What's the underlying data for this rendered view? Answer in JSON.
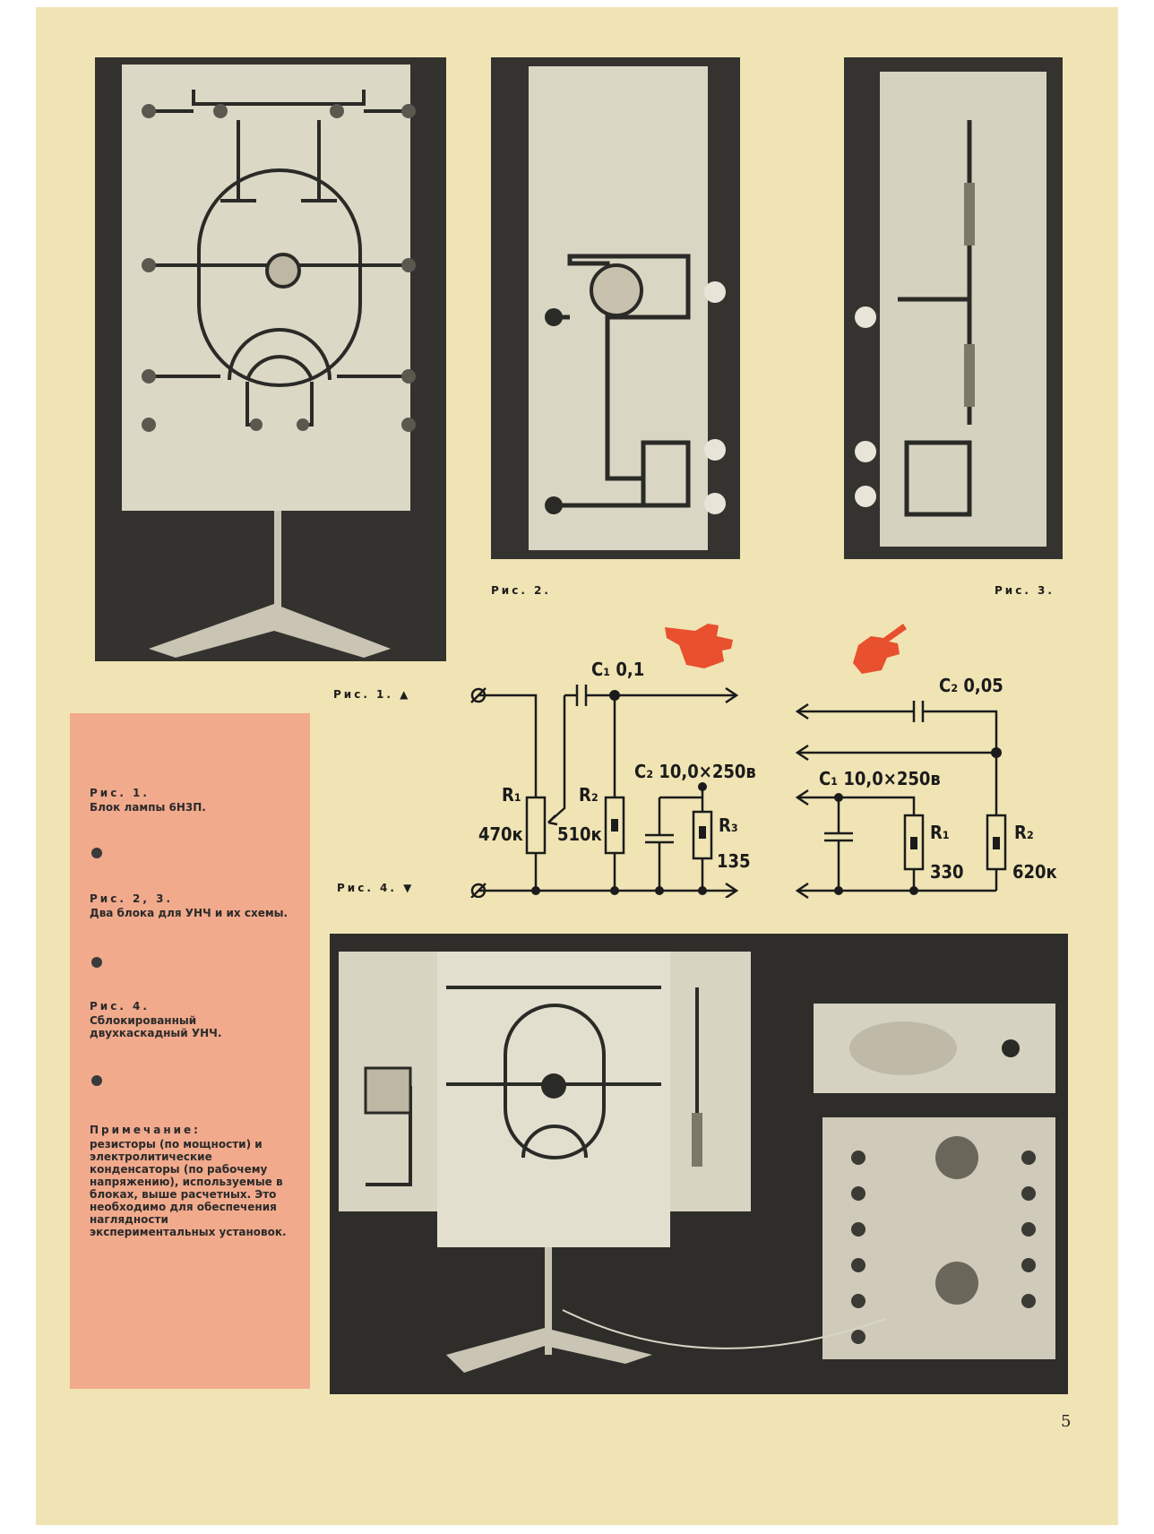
{
  "captions": {
    "fig1": "Рис. 1. ▲",
    "fig2": "Рис. 2.",
    "fig3": "Рис. 3.",
    "fig4": "Рис. 4. ▼"
  },
  "sidebar": {
    "block1_title": "Рис. 1.",
    "block1_text": "Блок лампы 6Н3П.",
    "block2_title": "Рис. 2, 3.",
    "block2_text": "Два блока для УНЧ и их схемы.",
    "block3_title": "Рис. 4.",
    "block3_text": "Сблокированный двухкаскадный УНЧ.",
    "note_title": "Примечание:",
    "note_text": "резисторы (по мощности) и электролитические конденсаторы (по рабочему напряжению), используемые в блоках, выше расчетных. Это необходимо для обеспечения наглядности экспериментальных установок."
  },
  "schematic_left": {
    "c1": "C₁ 0,1",
    "c2": "C₂ 10,0×250в",
    "r1": "R₁",
    "r1_val": "470к",
    "r2": "R₂",
    "r2_val": "510к",
    "r3": "R₃",
    "r3_val": "135"
  },
  "schematic_right": {
    "c2": "C₂ 0,05",
    "c1": "C₁ 10,0×250в",
    "r1": "R₁",
    "r1_val": "330",
    "r2": "R₂",
    "r2_val": "620к"
  },
  "page_number": "5",
  "colors": {
    "paper": "#f0e4b4",
    "sidebar": "#f1aa8c",
    "hand_pointer": "#e8502e",
    "photo_dark": "#2f2f2c"
  }
}
